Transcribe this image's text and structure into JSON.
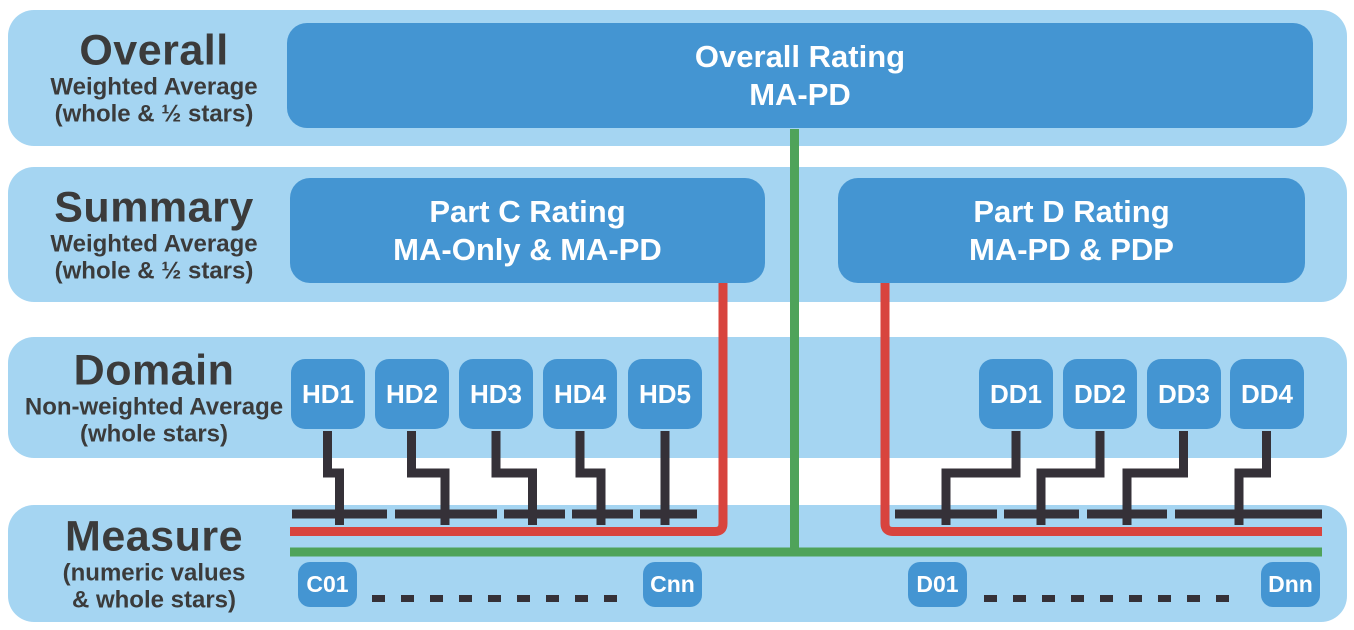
{
  "colors": {
    "band": "#a5d5f2",
    "box": "#4495d2",
    "green": "#4fa35a",
    "red": "#d8443e",
    "line": "#353138",
    "text": "#3b3b3b"
  },
  "rows": {
    "overall": {
      "title": "Overall",
      "subtitle1": "Weighted Average",
      "subtitle2": "(whole & ½ stars)",
      "box": {
        "line1": "Overall Rating",
        "line2": "MA-PD"
      }
    },
    "summary": {
      "title": "Summary",
      "subtitle1": "Weighted Average",
      "subtitle2": "(whole & ½ stars)",
      "part_c_box": {
        "line1": "Part C Rating",
        "line2": "MA-Only & MA-PD"
      },
      "part_d_box": {
        "line1": "Part D Rating",
        "line2": "MA-PD & PDP"
      }
    },
    "domain": {
      "title": "Domain",
      "subtitle1": "Non-weighted Average",
      "subtitle2": "(whole stars)",
      "part_c_domains": [
        "HD1",
        "HD2",
        "HD3",
        "HD4",
        "HD5"
      ],
      "part_d_domains": [
        "DD1",
        "DD2",
        "DD3",
        "DD4"
      ]
    },
    "measure": {
      "title": "Measure",
      "subtitle1": "(numeric values",
      "subtitle2": "& whole stars)",
      "part_c_first": "C01",
      "part_c_last": "Cnn",
      "part_d_first": "D01",
      "part_d_last": "Dnn"
    }
  }
}
